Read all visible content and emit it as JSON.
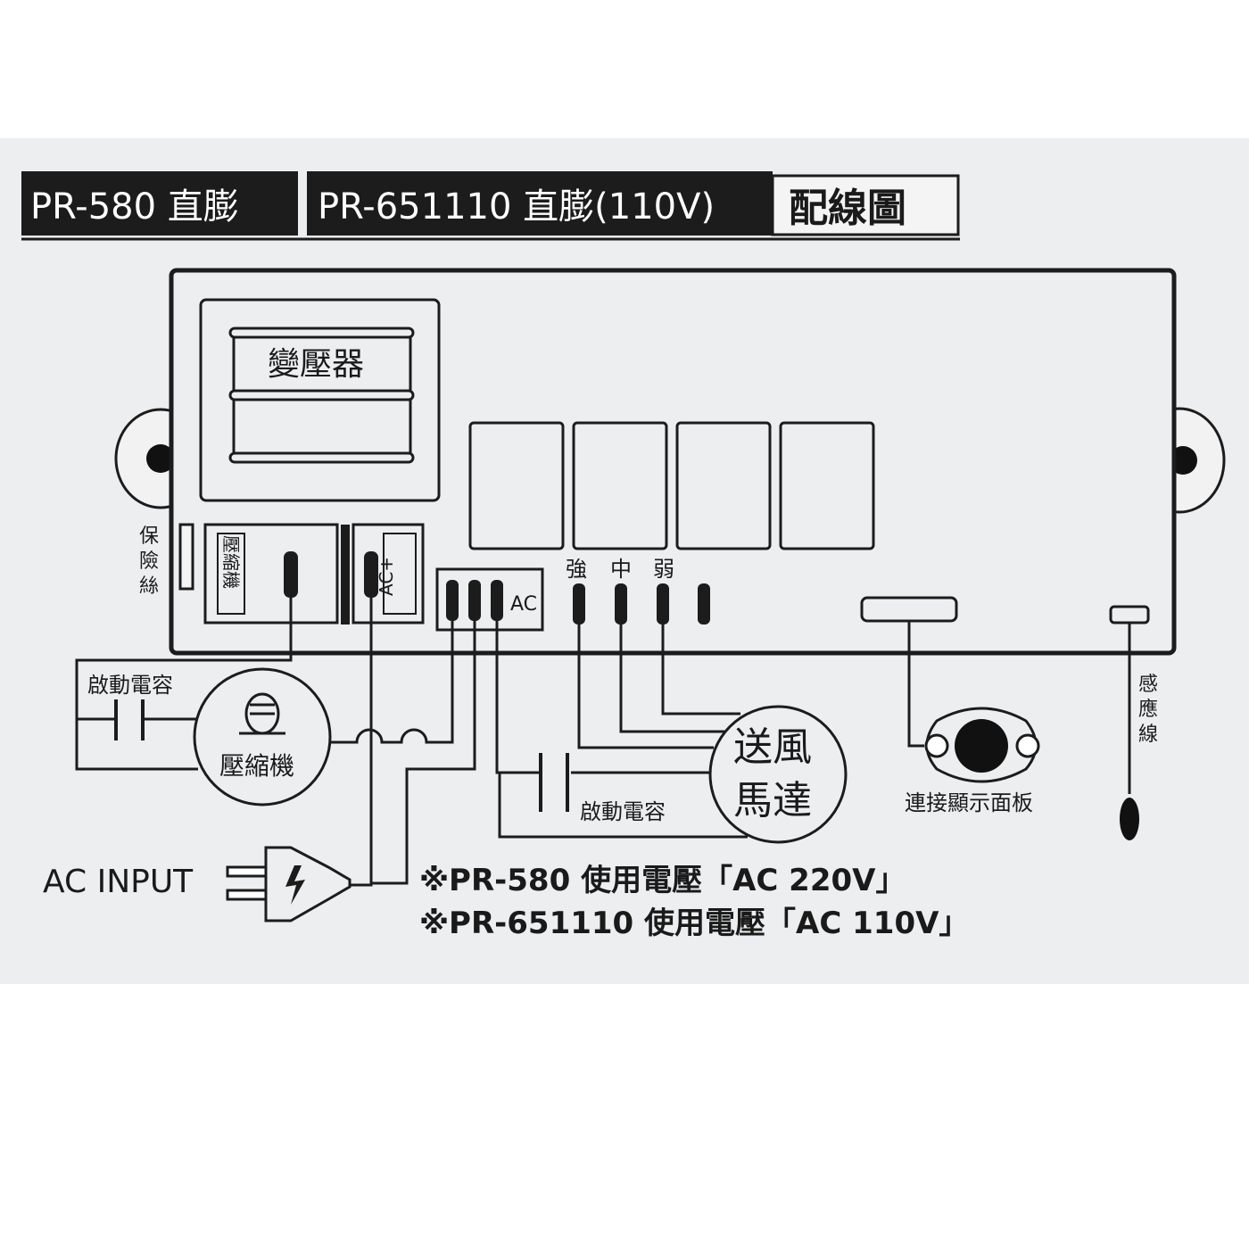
{
  "header": {
    "model1": "PR-580 直膨",
    "model2": "PR-651110 直膨(110V)",
    "title": "配線圖"
  },
  "board": {
    "transformer": "變壓器",
    "fuse": "保險絲",
    "compressor_terminal": "壓縮機",
    "ac_plus": "AC+",
    "ac": "AC",
    "speed_high": "強",
    "speed_mid": "中",
    "speed_low": "弱"
  },
  "components": {
    "start_capacitor_1": "啟動電容",
    "compressor": "壓縮機",
    "start_capacitor_2": "啟動電容",
    "fan_motor_line1": "送風",
    "fan_motor_line2": "馬達",
    "display_panel": "連接顯示面板",
    "sensor_wire": "感應線",
    "ac_input": "AC INPUT"
  },
  "notes": {
    "note1": "※PR-580 使用電壓「AC 220V」",
    "note2": "※PR-651110 使用電壓「AC 110V」"
  }
}
